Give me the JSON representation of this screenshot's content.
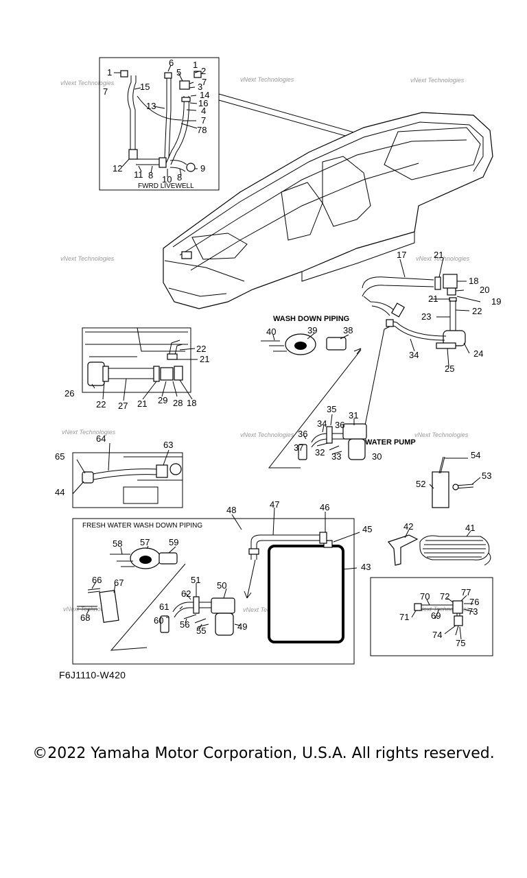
{
  "captions": {
    "livewell": "FWRD LIVEWELL",
    "wash_down": "WASH DOWN PIPING",
    "water_pump": "WATER PUMP",
    "fresh_water": "FRESH WATER WASH DOWN PIPING"
  },
  "watermark": "vNext Technologies",
  "diagram_code": "F6J1110-W420",
  "copyright": "©2022 Yamaha Motor Corporation, U.S.A. All rights reserved.",
  "part_labels": {
    "p1a": "1",
    "p1b": "1",
    "p2": "2",
    "p3": "3",
    "p4": "4",
    "p5": "5",
    "p6": "6",
    "p7a": "7",
    "p7b": "7",
    "p7c": "7",
    "p8a": "8",
    "p8b": "8",
    "p9": "9",
    "p10": "10",
    "p11": "11",
    "p12": "12",
    "p13": "13",
    "p14": "14",
    "p15": "15",
    "p16": "16",
    "p17": "17",
    "p18a": "18",
    "p18b": "18",
    "p19": "19",
    "p20": "20",
    "p21a": "21",
    "p21b": "21",
    "p21c": "21",
    "p21d": "21",
    "p22a": "22",
    "p22b": "22",
    "p22c": "22",
    "p23": "23",
    "p24": "24",
    "p25": "25",
    "p26": "26",
    "p27": "27",
    "p28": "28",
    "p29": "29",
    "p30": "30",
    "p31": "31",
    "p32": "32",
    "p33": "33",
    "p34a": "34",
    "p34b": "34",
    "p35": "35",
    "p36a": "36",
    "p36b": "36",
    "p37": "37",
    "p38": "38",
    "p39": "39",
    "p40": "40",
    "p41": "41",
    "p42": "42",
    "p43": "43",
    "p44": "44",
    "p45": "45",
    "p46": "46",
    "p47": "47",
    "p48": "48",
    "p49": "49",
    "p50": "50",
    "p51": "51",
    "p52": "52",
    "p53": "53",
    "p54": "54",
    "p55": "55",
    "p56": "56",
    "p57": "57",
    "p58": "58",
    "p59": "59",
    "p60": "60",
    "p61": "61",
    "p62": "62",
    "p63": "63",
    "p64": "64",
    "p65": "65",
    "p66": "66",
    "p67": "67",
    "p68": "68",
    "p69": "69",
    "p70": "70",
    "p71": "71",
    "p72": "72",
    "p73": "73",
    "p74": "74",
    "p75": "75",
    "p76": "76",
    "p77": "77",
    "p78": "78"
  }
}
